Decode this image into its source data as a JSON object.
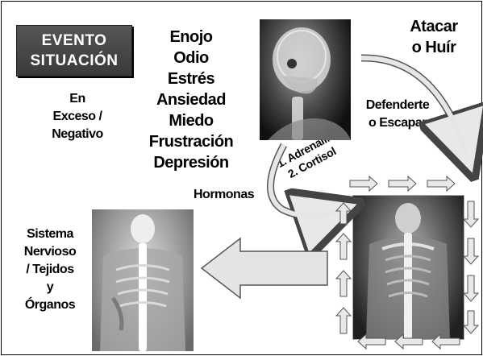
{
  "evento": {
    "line1": "EVENTO",
    "line2": "SITUACIÓN"
  },
  "emotions": [
    "Enojo",
    "Odio",
    "Estrés",
    "Ansiedad",
    "Miedo",
    "Frustración",
    "Depresión"
  ],
  "exceso": [
    "En",
    "Exceso /",
    "Negativo"
  ],
  "atacar": [
    "Atacar",
    "o Huír"
  ],
  "defenderte": [
    "Defenderte",
    "o Escapar"
  ],
  "hormonas_label": "Hormonas",
  "hormonas_list": [
    "1.  Adrenalina",
    "2.  Cortisol"
  ],
  "sistema": [
    "Sistema",
    "Nervioso",
    "/ Tejidos",
    "y",
    "Órganos"
  ],
  "images": {
    "skull": "xray-skull-spine",
    "back": "xray-back-spine",
    "torso": "xray-torso-spine"
  },
  "colors": {
    "evento_bg": "#444444",
    "arrow_fill": "#e4e4e4",
    "arrow_stroke": "#555555"
  }
}
